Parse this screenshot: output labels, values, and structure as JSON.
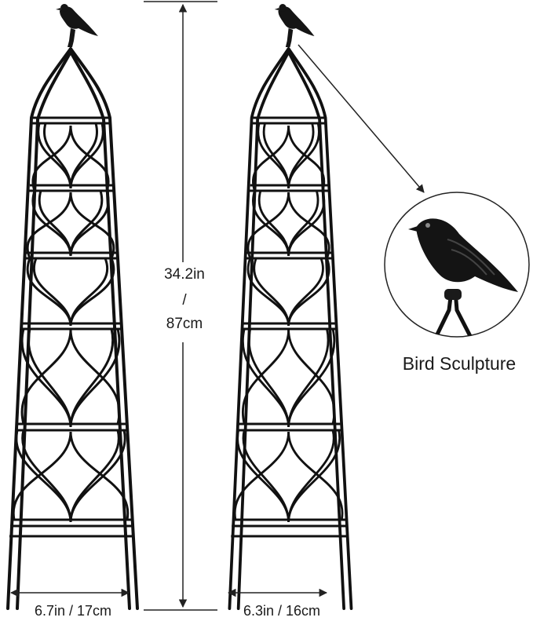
{
  "height_dimension": {
    "inches": "34.2in",
    "separator": "/",
    "cm": "87cm"
  },
  "left_trellis": {
    "width_label": "6.7in / 17cm"
  },
  "right_trellis": {
    "width_label": "6.3in / 16cm"
  },
  "detail": {
    "caption": "Bird Sculpture"
  },
  "colors": {
    "metal": "#111111",
    "background": "#ffffff",
    "dimension_line": "#222222"
  }
}
